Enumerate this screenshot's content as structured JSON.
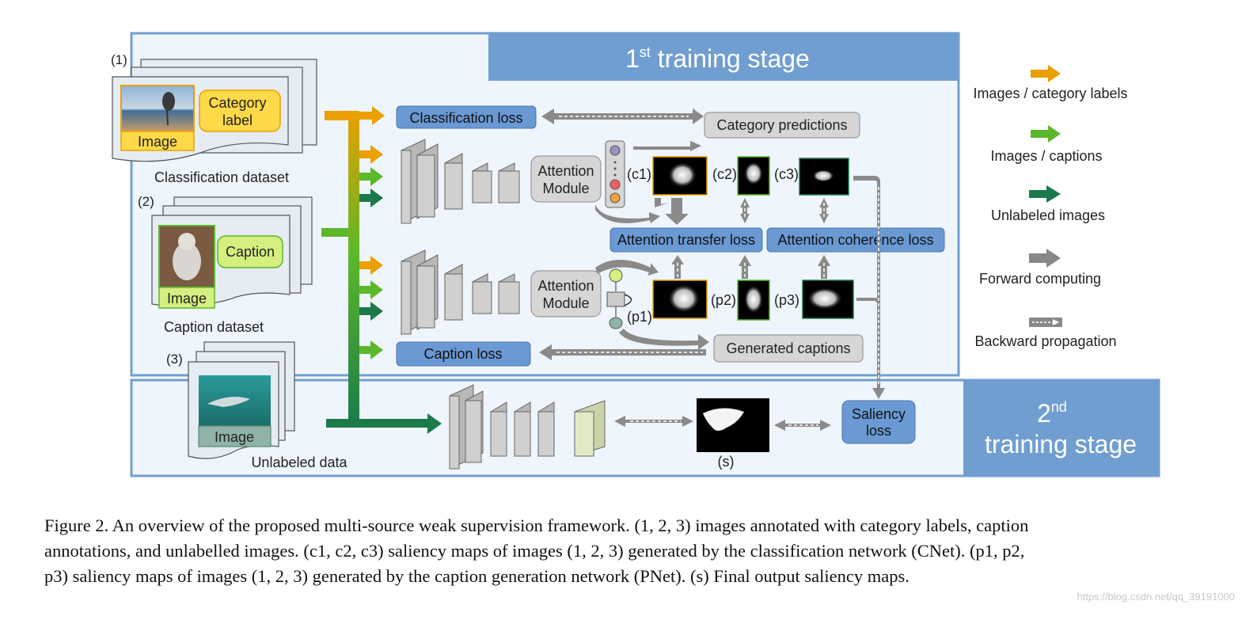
{
  "stage1": {
    "title": "1",
    "sup": "st",
    "rest": " training stage"
  },
  "stage2": {
    "line1": "2",
    "sup": "nd",
    "line2": "training stage"
  },
  "datasets": {
    "d1": {
      "number": "(1)",
      "image_label": "Image",
      "tag": [
        "Category",
        "label"
      ],
      "name": "Classification dataset"
    },
    "d2": {
      "number": "(2)",
      "image_label": "Image",
      "tag": "Caption",
      "name": "Caption dataset"
    },
    "d3": {
      "number": "(3)",
      "image_label": "Image",
      "name": "Unlabeled data"
    }
  },
  "boxes": {
    "classification_loss": "Classification loss",
    "category_predictions": "Category predictions",
    "attention_module_1": [
      "Attention",
      "Module"
    ],
    "attention_module_2": [
      "Attention",
      "Module"
    ],
    "attention_transfer_loss": "Attention transfer loss",
    "attention_coherence_loss": "Attention coherence loss",
    "caption_loss": "Caption loss",
    "generated_captions": "Generated captions",
    "saliency_loss": [
      "Saliency",
      "loss"
    ]
  },
  "map_labels": {
    "c1": "(c1)",
    "c2": "(c2)",
    "c3": "(c3)",
    "p1": "(p1)",
    "p2": "(p2)",
    "p3": "(p3)",
    "s": "(s)"
  },
  "legend": [
    {
      "label": "Images / category labels",
      "color": "#e9a000",
      "icon": "arrow-orange-icon"
    },
    {
      "label": "Images / captions",
      "color": "#5cb82a",
      "icon": "arrow-green-icon"
    },
    {
      "label": "Unlabeled images",
      "color": "#1c7a4a",
      "icon": "arrow-darkgreen-icon"
    },
    {
      "label": "Forward computing",
      "color": "#888888",
      "icon": "arrow-gray-icon"
    },
    {
      "label": "Backward propagation",
      "color": "#888888",
      "icon": "arrow-dashed-icon"
    }
  ],
  "figure_caption": [
    "Figure 2. An overview of the proposed multi-source weak supervision framework. (1, 2, 3) images annotated with category labels, caption",
    "annotations, and unlabelled images. (c1, c2, c3) saliency maps of images (1, 2, 3) generated by the classification network (CNet). (p1, p2,",
    "p3) saliency maps of images (1, 2, 3) generated by the caption generation network (PNet). (s) Final output saliency maps."
  ],
  "watermark": "https://blog.csdn.net/qq_39191000",
  "colors": {
    "stage_blue": "#709ed0",
    "panel_bg": "#eef5fc",
    "loss_box": "#6a99d4",
    "gray_box": "#d6d6d6",
    "tag_yellow": "#ffd94a",
    "tag_green": "#d4f080"
  }
}
